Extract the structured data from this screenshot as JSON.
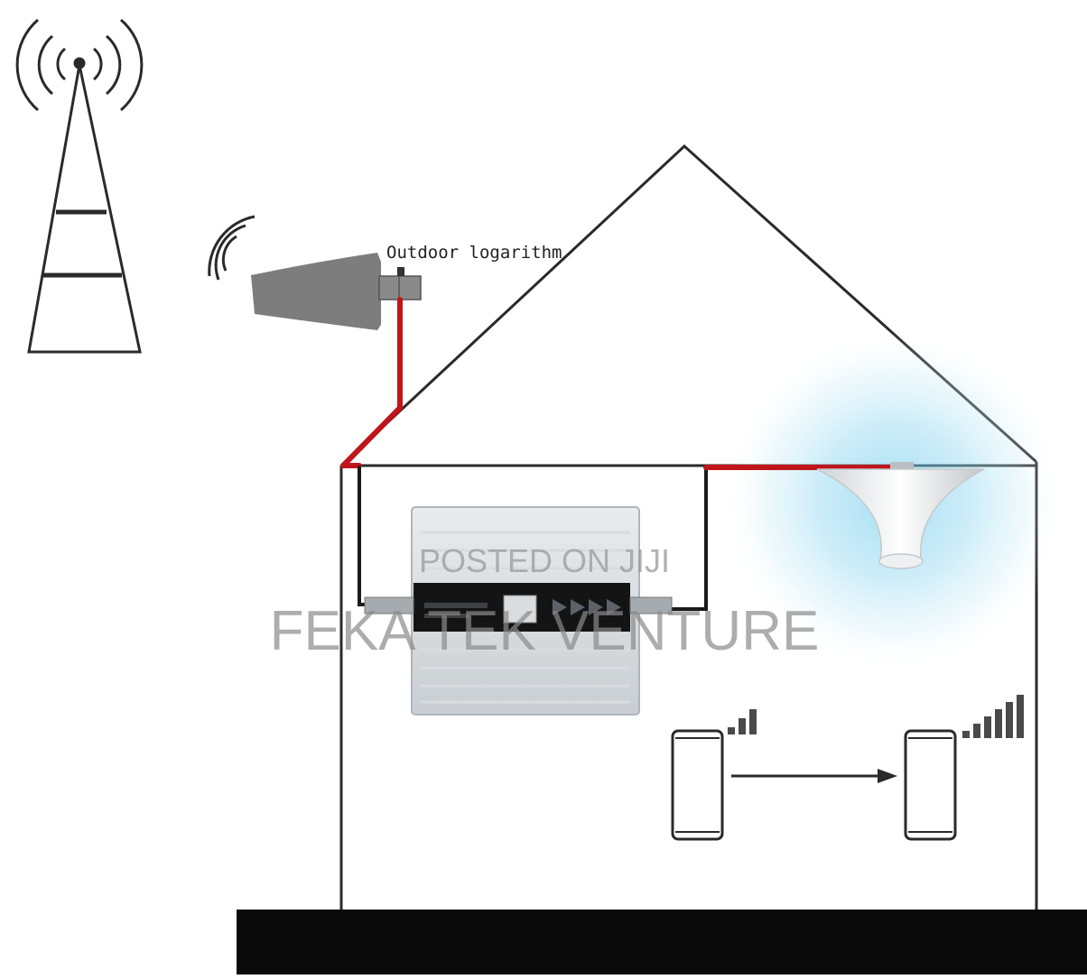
{
  "labels": {
    "outdoor_antenna": "Outdoor logarithm"
  },
  "watermark": {
    "line1": "POSTED ON JIJI",
    "line2": "FEKA TEK VENTURE"
  },
  "signal": {
    "before_bars": 3,
    "after_bars": 6,
    "max_bars": 6
  },
  "colors": {
    "cable": "#c0151a",
    "outline": "#222222",
    "ground": "#0a0a0a",
    "glow": "#7fd0ec",
    "antenna": "#7d7d7d"
  },
  "icons": {
    "tower": "cell-tower-icon",
    "outdoor_antenna": "log-periodic-antenna-icon",
    "repeater": "signal-booster-icon",
    "indoor_antenna": "ceiling-antenna-icon",
    "phone": "smartphone-icon"
  }
}
